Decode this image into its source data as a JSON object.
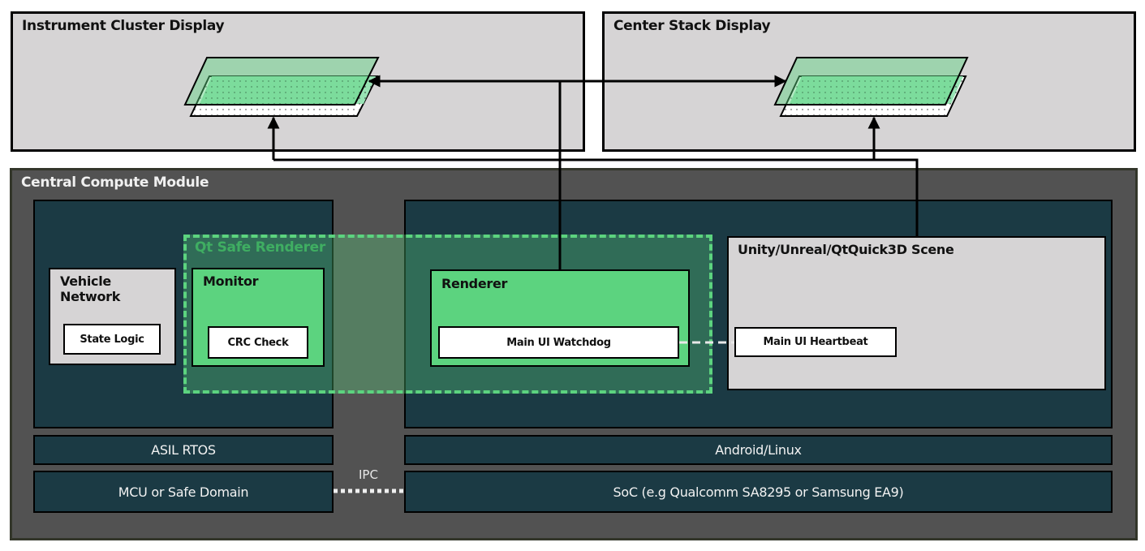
{
  "displays": {
    "instrument_cluster": {
      "title": "Instrument Cluster Display"
    },
    "center_stack": {
      "title": "Center Stack Display"
    }
  },
  "central_compute": {
    "title": "Central Compute Module",
    "safe_domain": {
      "vehicle_network": {
        "title": "Vehicle Network",
        "child": "State Logic"
      },
      "os": "ASIL RTOS",
      "hardware": "MCU or Safe Domain"
    },
    "main_domain": {
      "scene": {
        "title": "Unity/Unreal/QtQuick3D Scene",
        "child": "Main UI Heartbeat"
      },
      "os": "Android/Linux",
      "hardware": "SoC (e.g Qualcomm SA8295 or Samsung EA9)"
    },
    "qt_safe_renderer": {
      "title": "Qt Safe Renderer",
      "monitor": {
        "title": "Monitor",
        "child": "CRC Check"
      },
      "renderer": {
        "title": "Renderer",
        "child": "Main UI Watchdog"
      }
    },
    "ipc_label": "IPC"
  },
  "colors": {
    "display_bg": "#d6d4d5",
    "module_bg": "#525252",
    "domain_bg": "#1b3a44",
    "safe_green": "#5cd37f",
    "layer_green": "#98d6aa"
  }
}
